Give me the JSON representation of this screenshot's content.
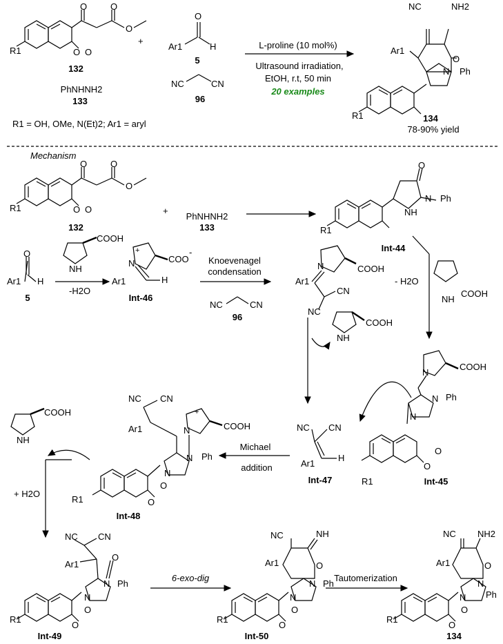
{
  "reagents": {
    "catalyst": "L-proline (10 mol%)",
    "energy": "Ultrasound irradiation,",
    "solvent": "EtOH, r.t, 50 min",
    "scope": "20 examples"
  },
  "compounds": {
    "c132": "132",
    "c133": "133",
    "c5": "5",
    "c96": "96",
    "c134": "134",
    "phnhnh2": "PhNHNH2",
    "int44": "Int-44",
    "int45": "Int-45",
    "int46": "Int-46",
    "int47": "Int-47",
    "int48": "Int-48",
    "int49": "Int-49",
    "int50": "Int-50"
  },
  "substituents": "R1 = OH, OMe, N(Et)2; Ar1 = aryl",
  "yield": "78-90% yield",
  "section": "Mechanism",
  "steps": {
    "knoev1": "Knoevenagel",
    "knoev2": "condensation",
    "water_loss": "-H2O",
    "water_loss2": "- H2O",
    "michael1": "Michael",
    "michael2": "addition",
    "water_add": "+ H2O",
    "cyclization": "6-exo-dig",
    "tautomer": "Tautomerization"
  },
  "atoms": {
    "O": "O",
    "NC": "NC",
    "CN": "CN",
    "NH2": "NH2",
    "NH": "NH",
    "N": "N",
    "H": "H",
    "Ph": "Ph",
    "R1": "R1",
    "Ar1": "Ar1",
    "COOH": "COOH",
    "COO": "COO",
    "plus": "+",
    "minus": "-"
  }
}
